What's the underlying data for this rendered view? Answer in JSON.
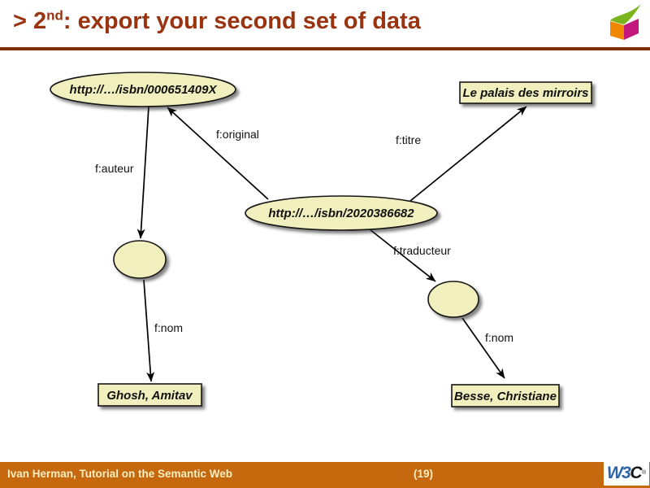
{
  "header": {
    "title_prefix": "> 2",
    "title_sup": "nd",
    "title_rest": ": export your second set of data",
    "cube_icon": "w3c-cube-logo-icon"
  },
  "colors": {
    "title_text": "#993310",
    "title_rule": "#7f2d05",
    "footer_bar": "#c5680e",
    "footer_text": "#fbeec0",
    "node_fill": "#f2efbf",
    "node_border": "#151515",
    "w3c_blue": "#2d64a8",
    "cube_orange": "#ef8800",
    "cube_magenta": "#c2187e",
    "cube_green": "#7ab51d"
  },
  "diagram": {
    "nodes": [
      {
        "type": "uri-ellipse",
        "label": "http://…/isbn/000651409X"
      },
      {
        "type": "literal-rect",
        "label": "Le palais des mirroirs"
      },
      {
        "type": "uri-ellipse",
        "label": "http://…/isbn/2020386682"
      },
      {
        "type": "blank-ellipse",
        "label": ""
      },
      {
        "type": "blank-ellipse",
        "label": ""
      },
      {
        "type": "literal-rect",
        "label": "Ghosh, Amitav"
      },
      {
        "type": "literal-rect",
        "label": "Besse, Christiane"
      }
    ],
    "edges": [
      {
        "label": "f:auteur"
      },
      {
        "label": "f:original"
      },
      {
        "label": "f:titre"
      },
      {
        "label": "f:traducteur"
      },
      {
        "label": "f:nom"
      },
      {
        "label": "f:nom"
      }
    ]
  },
  "footer": {
    "credit": "Ivan Herman, Tutorial on the Semantic Web",
    "page_number": "(19)",
    "w3c_w3": "W3",
    "w3c_c": "C",
    "w3c_reg": "®"
  }
}
